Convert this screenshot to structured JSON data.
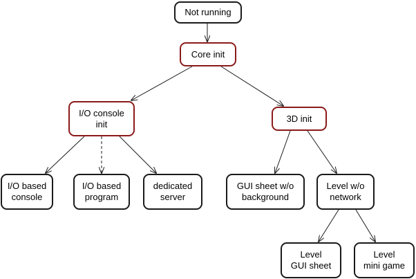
{
  "colors": {
    "accent_border": "#8b1a1a",
    "default_border": "#1a1a1a",
    "line": "#1a1a1a"
  },
  "nodes": {
    "not_running": {
      "label": "Not running",
      "style": "default"
    },
    "core_init": {
      "label": "Core init",
      "style": "accent"
    },
    "io_console_init": {
      "label": "I/O console\ninit",
      "style": "accent"
    },
    "init_3d": {
      "label": "3D init",
      "style": "accent"
    },
    "io_based_console": {
      "label": "I/O based\nconsole",
      "style": "default"
    },
    "io_based_program": {
      "label": "I/O based\nprogram",
      "style": "default"
    },
    "dedicated_server": {
      "label": "dedicated\nserver",
      "style": "default"
    },
    "gui_sheet_no_bg": {
      "label": "GUI sheet w/o\nbackground",
      "style": "default"
    },
    "level_no_network": {
      "label": "Level w/o\nnetwork",
      "style": "default"
    },
    "level_gui_sheet": {
      "label": "Level\nGUI sheet",
      "style": "default"
    },
    "level_mini_game": {
      "label": "Level\nmini game",
      "style": "default"
    }
  },
  "edges": [
    {
      "from": "not_running",
      "to": "core_init",
      "style": "solid"
    },
    {
      "from": "core_init",
      "to": "io_console_init",
      "style": "solid"
    },
    {
      "from": "core_init",
      "to": "init_3d",
      "style": "solid"
    },
    {
      "from": "io_console_init",
      "to": "io_based_console",
      "style": "solid"
    },
    {
      "from": "io_console_init",
      "to": "io_based_program",
      "style": "dashed"
    },
    {
      "from": "io_console_init",
      "to": "dedicated_server",
      "style": "solid"
    },
    {
      "from": "init_3d",
      "to": "gui_sheet_no_bg",
      "style": "solid"
    },
    {
      "from": "init_3d",
      "to": "level_no_network",
      "style": "solid"
    },
    {
      "from": "level_no_network",
      "to": "level_gui_sheet",
      "style": "solid"
    },
    {
      "from": "level_no_network",
      "to": "level_mini_game",
      "style": "solid"
    }
  ]
}
